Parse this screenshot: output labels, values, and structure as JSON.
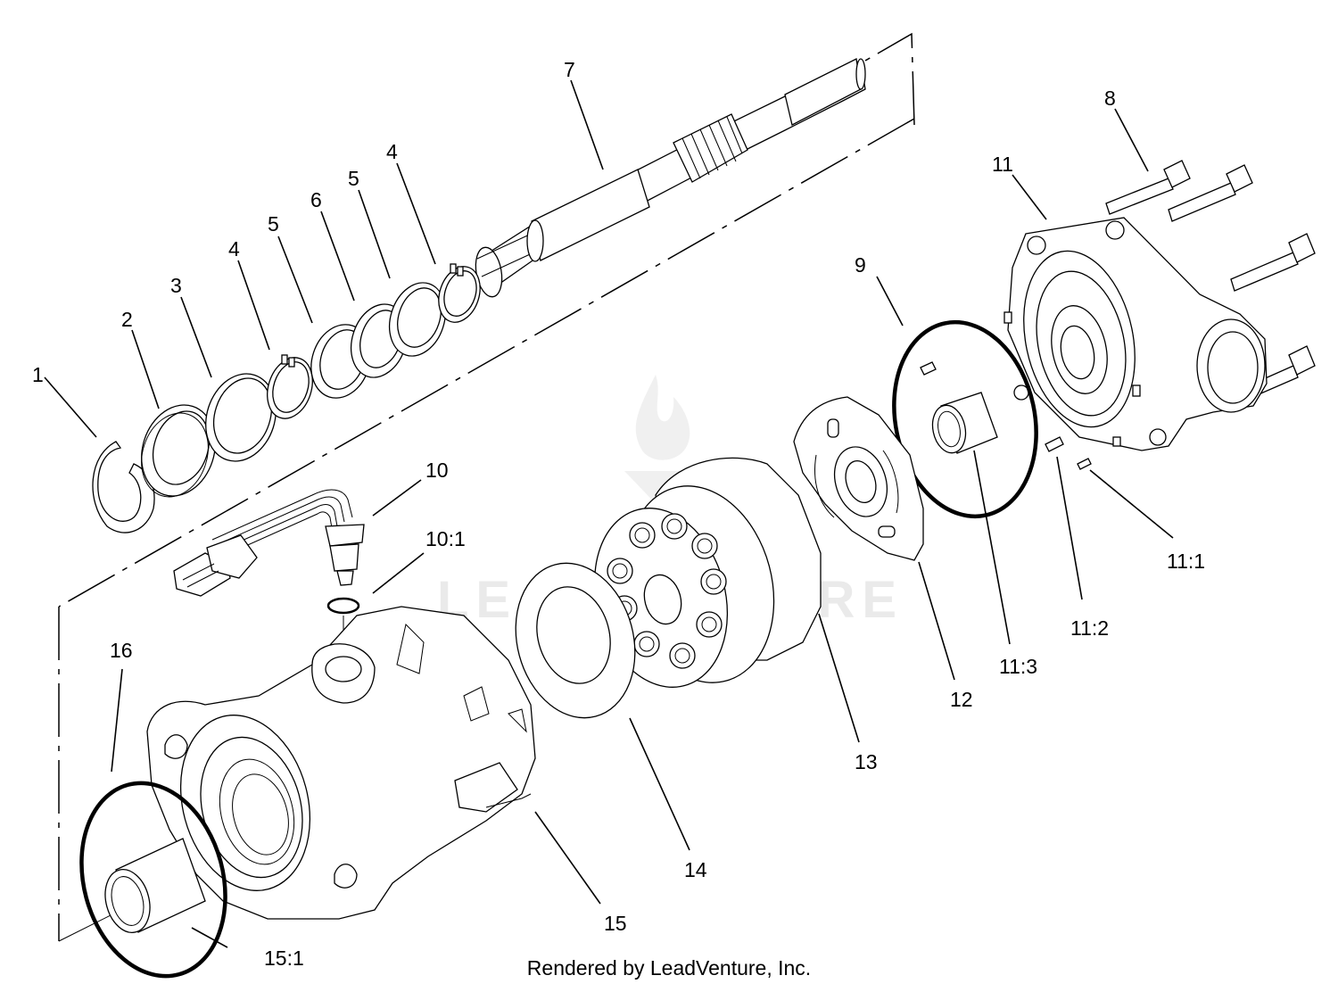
{
  "labels": {
    "p1": "1",
    "p2": "2",
    "p3": "3",
    "p4a": "4",
    "p4b": "4",
    "p5a": "5",
    "p5b": "5",
    "p6": "6",
    "p7": "7",
    "p8": "8",
    "p9": "9",
    "p10": "10",
    "p10_1": "10:1",
    "p11": "11",
    "p11_1": "11:1",
    "p11_2": "11:2",
    "p11_3": "11:3",
    "p12": "12",
    "p13": "13",
    "p14": "14",
    "p15": "15",
    "p15_1": "15:1",
    "p16": "16"
  },
  "watermark": "LEADVENTURE",
  "footer": {
    "credit": "Rendered by LeadVenture, Inc."
  }
}
